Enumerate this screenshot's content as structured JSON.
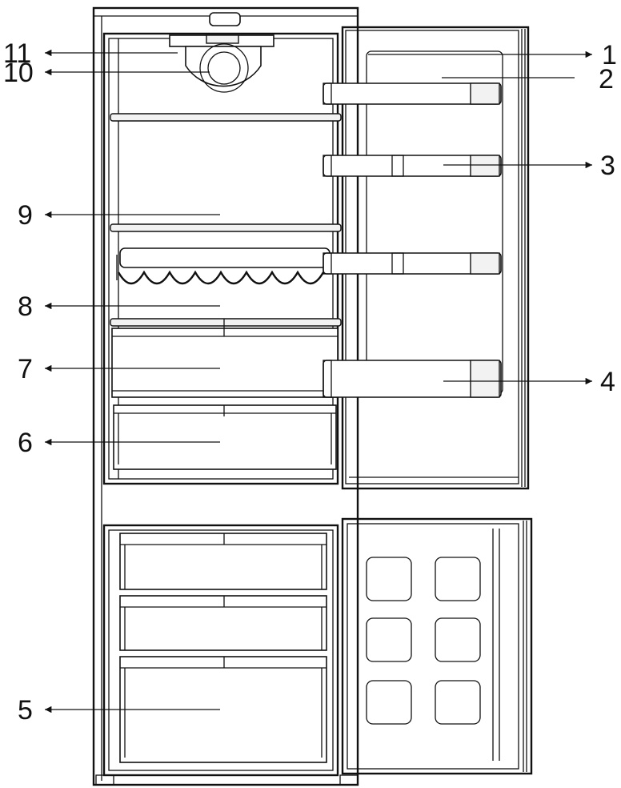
{
  "callouts": [
    {
      "id": "1",
      "label": "1",
      "side": "right"
    },
    {
      "id": "2",
      "label": "2",
      "side": "right"
    },
    {
      "id": "3",
      "label": "3",
      "side": "right"
    },
    {
      "id": "4",
      "label": "4",
      "side": "right"
    },
    {
      "id": "5",
      "label": "5",
      "side": "left"
    },
    {
      "id": "6",
      "label": "6",
      "side": "left"
    },
    {
      "id": "7",
      "label": "7",
      "side": "left"
    },
    {
      "id": "8",
      "label": "8",
      "side": "left"
    },
    {
      "id": "9",
      "label": "9",
      "side": "left"
    },
    {
      "id": "10",
      "label": "10",
      "side": "left"
    },
    {
      "id": "11",
      "label": "11",
      "side": "left"
    }
  ],
  "colors": {
    "line": "#111111",
    "background": "#ffffff"
  }
}
